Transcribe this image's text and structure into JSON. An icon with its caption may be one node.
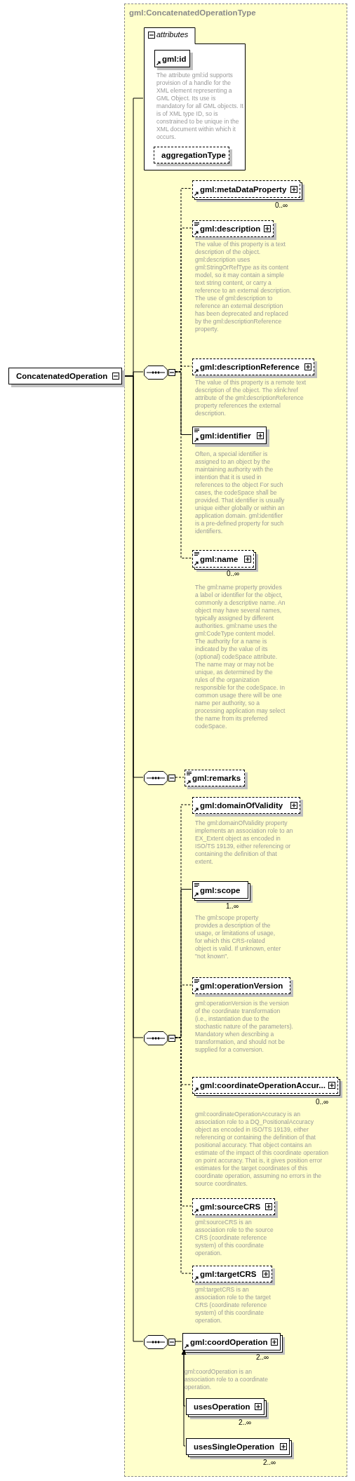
{
  "diagram": {
    "nodes": [
      {
        "text": [
          "ConcatenatedOperation"
        ]
      },
      {
        "text": [
          "gml:ConcatenatedOperationType"
        ]
      },
      {
        "text": [
          "attributes"
        ],
        "in": 1
      },
      {
        "text": [
          "gml:id"
        ],
        "in": 2,
        "beside": [
          "The attribute gml:id supports provision of a handle for the XML element representing a GML Object. Its use is mandatory for all GML objects. It is of XML type ID, so is constrained to be unique in the XML document within which it occurs."
        ]
      },
      {
        "text": [
          "aggregationType"
        ],
        "in": 2
      },
      {
        "text": [],
        "shape": "octagon",
        "in": 1
      },
      {
        "text": [
          "gml:metaDataProperty"
        ],
        "in": 1,
        "beside": [
          "0..∞"
        ]
      },
      {
        "text": [
          "gml:description"
        ],
        "in": 1,
        "beside": [
          "The value of this property is a text description of the object. gml:description uses gml:StringOrRefType as its content model, so it may contain a simple text string content, or carry a reference to an external description. The use of gml:description to reference an external description has been deprecated and replaced by the gml:descriptionReference property."
        ]
      },
      {
        "text": [
          "gml:descriptionReference"
        ],
        "in": 1,
        "beside": [
          "The value of this property is a remote text description of the object. The xlink:href attribute of the gml:descriptionReference property references the external description."
        ]
      },
      {
        "text": [
          "gml:identifier"
        ],
        "in": 1,
        "beside": [
          "Often, a special identifier is assigned to an object by the maintaining authority with the intention that it is used in references to the object For such cases, the codeSpace shall be provided. That identifier is usually unique either globally or within an application domain. gml:identifier is a pre-defined property for such identifiers."
        ]
      },
      {
        "text": [
          "gml:name"
        ],
        "in": 1,
        "beside": [
          "0..∞",
          "The gml:name property provides a label or identifier for the object, commonly a descriptive name. An object may have several names, typically assigned by different authorities. gml:name uses the gml:CodeType content model. The authority for a name is indicated by the value of its (optional) codeSpace attribute. The name may or may not be unique, as determined by the rules of the organization responsible for the codeSpace. In common usage there will be one name per authority, so a processing application may select the name from its preferred codeSpace."
        ]
      },
      {
        "text": [],
        "shape": "octagon",
        "in": 1
      },
      {
        "text": [
          "gml:remarks"
        ],
        "in": 1
      },
      {
        "text": [],
        "shape": "octagon",
        "in": 1
      },
      {
        "text": [
          "gml:domainOfValidity"
        ],
        "in": 1,
        "beside": [
          "The gml:domainOfValidity property implements an association role to an EX_Extent object as encoded in ISO/TS 19139, either referencing or containing the definition of that extent."
        ]
      },
      {
        "text": [
          "gml:scope"
        ],
        "in": 1,
        "beside": [
          "1..∞",
          "The gml:scope property provides a description of the usage, or limitations of usage, for which this CRS-related object is valid. If unknown, enter \"not known\"."
        ]
      },
      {
        "text": [
          "gml:operationVersion"
        ],
        "in": 1,
        "beside": [
          "gml:operationVersion is the version of the coordinate transformation (i.e., instantiation due to the stochastic nature of the parameters). Mandatory when describing a transformation, and should not be supplied for a conversion."
        ]
      },
      {
        "text": [
          "gml:coordinateOperationAccur..."
        ],
        "in": 1,
        "beside": [
          "0..∞",
          "gml:coordinateOperationAccuracy is an association role to a DQ_PositionalAccuracy object as encoded in ISO/TS 19139, either referencing or containing the definition of that positional accuracy. That object contains an estimate of the impact of this coordinate operation on point accuracy. That is, it gives position error estimates for the target coordinates of this coordinate operation, assuming no errors in the source coordinates."
        ]
      },
      {
        "text": [
          "gml:sourceCRS"
        ],
        "in": 1,
        "beside": [
          "gml:sourceCRS is an association role to the source CRS (coordinate reference system) of this coordinate operation."
        ]
      },
      {
        "text": [
          "gml:targetCRS"
        ],
        "in": 1,
        "beside": [
          "gml:targetCRS is an association role to the target CRS (coordinate reference system) of this coordinate operation."
        ]
      },
      {
        "text": [],
        "shape": "octagon",
        "in": 1
      },
      {
        "text": [
          "gml:coordOperation"
        ],
        "in": 1,
        "beside": [
          "2..∞",
          "gml:coordOperation is an association role to a coordinate operation."
        ]
      },
      {
        "text": [
          "usesOperation"
        ],
        "in": 1,
        "beside": [
          "2..∞"
        ]
      },
      {
        "text": [
          "usesSingleOperation"
        ],
        "in": 1,
        "beside": [
          "2..∞"
        ]
      }
    ],
    "edges": [
      {
        "from": 0,
        "to": 2,
        "arrow": "none"
      },
      {
        "from": 0,
        "to": 5,
        "arrow": "none"
      },
      {
        "from": 0,
        "to": 11,
        "arrow": "none"
      },
      {
        "from": 0,
        "to": 13,
        "arrow": "none"
      },
      {
        "from": 0,
        "to": 20,
        "arrow": "none"
      },
      {
        "from": 5,
        "to": 6,
        "arrow": "none",
        "style": "dashed"
      },
      {
        "from": 5,
        "to": 7,
        "arrow": "none",
        "style": "dashed"
      },
      {
        "from": 5,
        "to": 8,
        "arrow": "none",
        "style": "dashed"
      },
      {
        "from": 5,
        "to": 9,
        "arrow": "none"
      },
      {
        "from": 5,
        "to": 10,
        "arrow": "none",
        "style": "dashed"
      },
      {
        "from": 11,
        "to": 12,
        "arrow": "none",
        "style": "dashed"
      },
      {
        "from": 13,
        "to": 14,
        "arrow": "none",
        "style": "dashed"
      },
      {
        "from": 13,
        "to": 15,
        "arrow": "none"
      },
      {
        "from": 13,
        "to": 16,
        "arrow": "none",
        "style": "dashed"
      },
      {
        "from": 13,
        "to": 17,
        "arrow": "none",
        "style": "dashed"
      },
      {
        "from": 13,
        "to": 18,
        "arrow": "none",
        "style": "dashed"
      },
      {
        "from": 13,
        "to": 19,
        "arrow": "none",
        "style": "dashed"
      },
      {
        "from": 20,
        "to": 21,
        "arrow": "none"
      },
      {
        "from": 22,
        "to": 21,
        "arrow": "to"
      },
      {
        "from": 23,
        "to": 21,
        "arrow": "to"
      }
    ]
  }
}
